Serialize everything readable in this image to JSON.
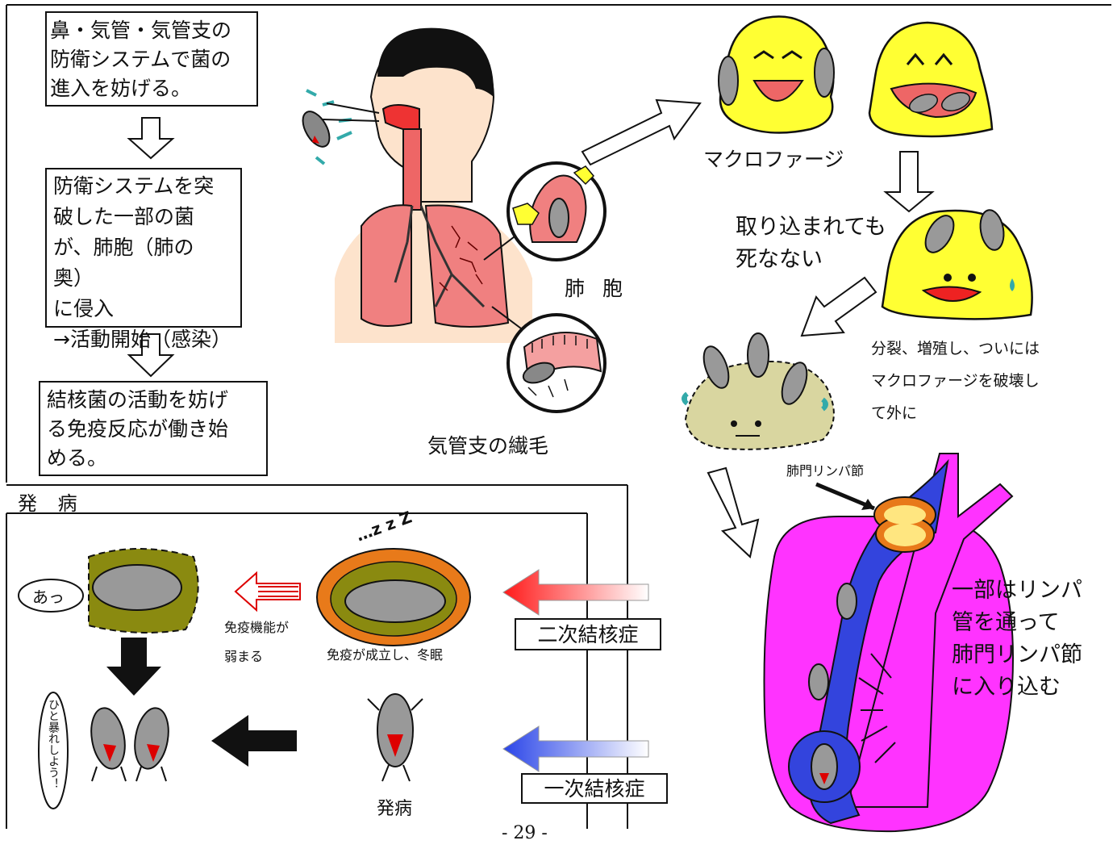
{
  "flow_boxes": [
    {
      "text": "鼻・気管・気管支の\n防衛システムで菌の\n進入を妨げる。"
    },
    {
      "text": "防衛システムを突\n破した一部の菌\nが、肺胞（肺の奥）\nに侵入\n→活動開始（感染）"
    },
    {
      "text": "結核菌の活動を妨げ\nる免疫反応が働き始\nめる。"
    }
  ],
  "labels": {
    "alveoli": "肺 胞",
    "cilia": "気管支の繊毛",
    "macrophage": "マクロファージ",
    "engulfed": "取り込まれても\n死なない",
    "divide": "分裂、増殖し、ついには\nマクロファージを破壊し\nて外に",
    "hilar_node": "肺門リンパ節",
    "lymph": "一部はリンパ\n管を通って\n肺門リンパ節\nに入り込む",
    "onset_section": "発 病",
    "oh": "あっ",
    "weakened": "免疫機能が\n弱まる",
    "dormant": "免疫が成立し、冬眠",
    "zzz": "…z z Z",
    "rampage": "ひと暴れしよう！",
    "secondary": "二次結核症",
    "primary": "一次結核症",
    "onset": "発病",
    "page_number": "- 29 -"
  },
  "colors": {
    "skin": "#fde3cc",
    "lung": "#f08080",
    "macrophage_yellow": "#ffff33",
    "lung_magenta": "#ff33ff",
    "lymph_blue": "#3344dd",
    "node_orange": "#e87a1a",
    "olive": "#8a8a10"
  }
}
